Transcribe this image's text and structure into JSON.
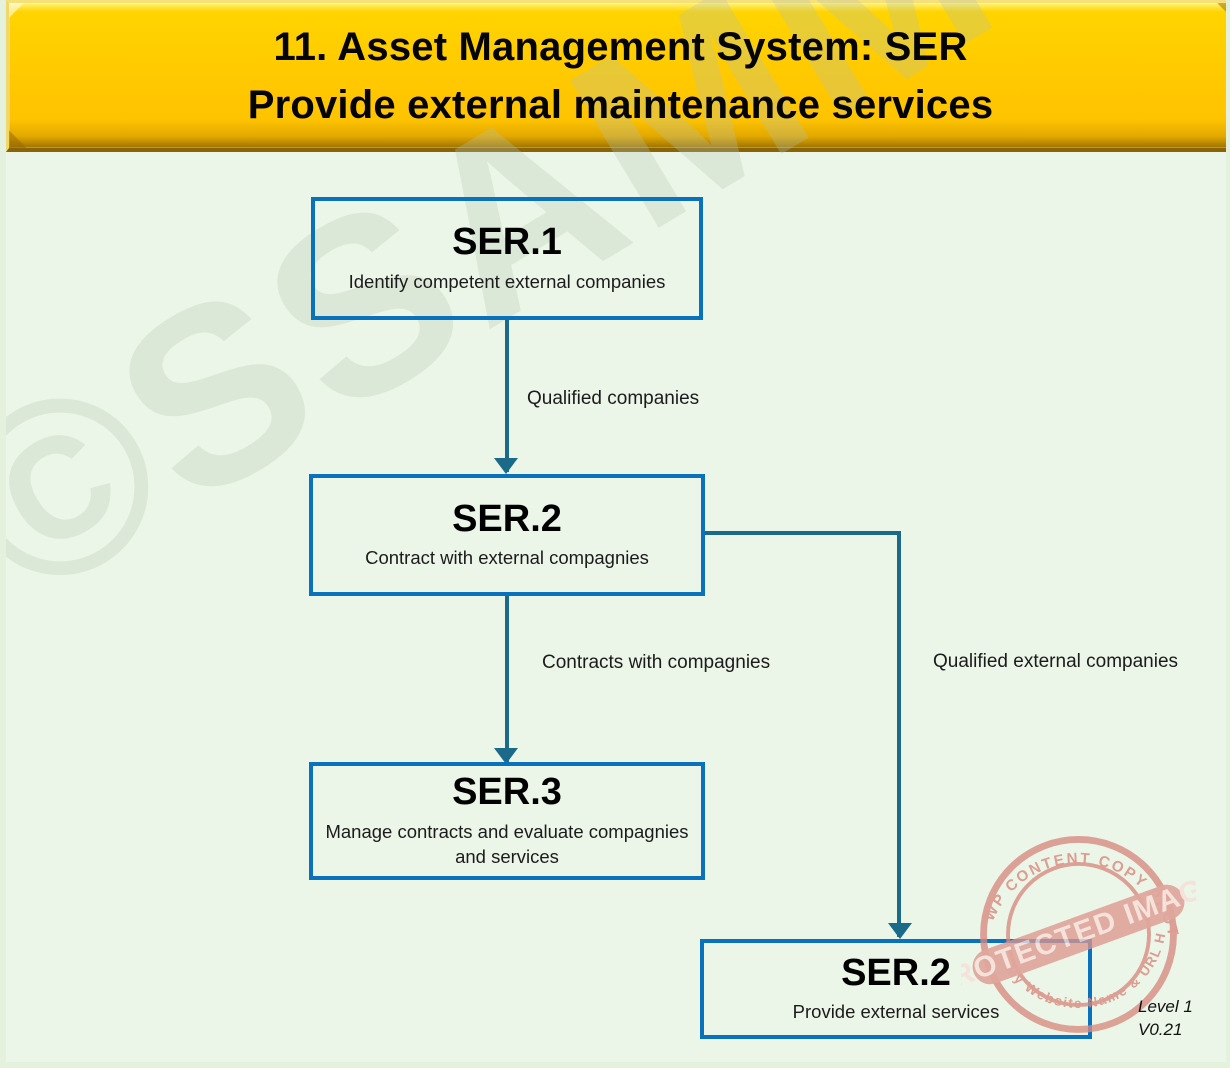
{
  "page": {
    "background_color": "#ecf6e8",
    "accent_box_color": "#0a72bd",
    "connector_color": "#1b6a8a",
    "title_bar_color": "#ffc800"
  },
  "title": {
    "line1": "11. Asset Management System: SER",
    "line2": "Provide external maintenance services",
    "full": "11. Asset Management System: SER\nProvide external maintenance services"
  },
  "nodes": [
    {
      "id": "SER.1",
      "code": "SER.1",
      "description": "Identify competent external companies"
    },
    {
      "id": "SER.2",
      "code": "SER.2",
      "description": "Contract with external compagnies"
    },
    {
      "id": "SER.3",
      "code": "SER.3",
      "description": "Manage contracts and evaluate compagnies and services"
    },
    {
      "id": "SER.2b",
      "code": "SER.2",
      "description": "Provide external services"
    }
  ],
  "edges": [
    {
      "from": "SER.1",
      "to": "SER.2",
      "label": "Qualified companies"
    },
    {
      "from": "SER.2",
      "to": "SER.3",
      "label": "Contracts with compagnies"
    },
    {
      "from": "SER.2",
      "to": "SER.2b",
      "label": "Qualified external companies"
    }
  ],
  "footer": {
    "level": "Level 1",
    "version": "V0.21"
  },
  "watermarks": {
    "copyright": "©SSAMM",
    "stamp_top_text": "WP CONTENT COPY PROTECTION PLUGIN",
    "stamp_bottom_text": "My Website Name & URL Here",
    "stamp_banner_text": "PROTECTED IMAGE",
    "stamp_color": "#d98a80"
  }
}
